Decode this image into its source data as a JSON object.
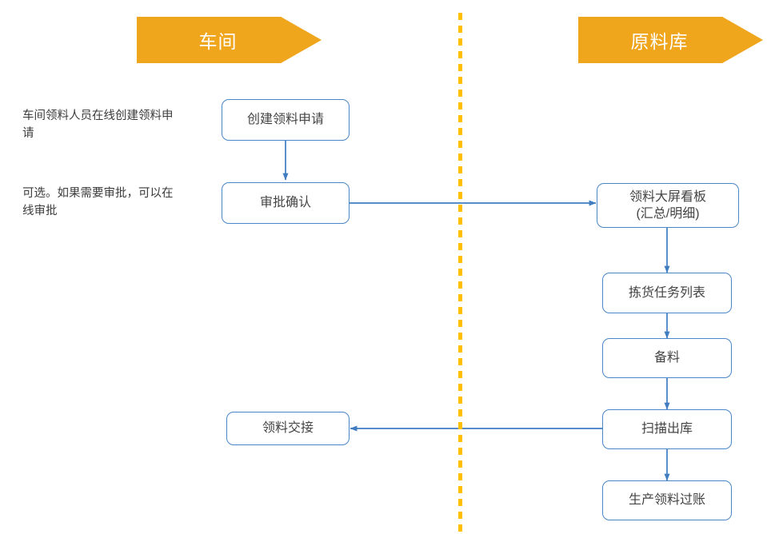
{
  "diagram": {
    "type": "swimlane-flowchart",
    "title_present": false,
    "colors": {
      "lane_banner_fill": "#EFA51C",
      "lane_banner_text": "#FFFFFF",
      "lane_divider": "#FFC000",
      "node_border": "#4A86C8",
      "node_fill": "#FFFFFF",
      "node_text": "#444444",
      "edge": "#4A86C8",
      "note_text": "#3B3B3B"
    },
    "lanes": [
      {
        "id": "workshop",
        "label": "车间"
      },
      {
        "id": "warehouse",
        "label": "原料库"
      }
    ],
    "notes": [
      {
        "id": "note-create",
        "text": "车间领料人员在线创建领料申请"
      },
      {
        "id": "note-approve",
        "text": "可选。如果需要审批，可以在线审批"
      }
    ],
    "nodes": [
      {
        "id": "create-request",
        "lane": "workshop",
        "label": "创建领料申请"
      },
      {
        "id": "approval-confirm",
        "lane": "workshop",
        "label": "审批确认"
      },
      {
        "id": "handover",
        "lane": "workshop",
        "label": "领料交接"
      },
      {
        "id": "dashboard",
        "lane": "warehouse",
        "label": "领料大屏看板\n（汇总/明细）",
        "line1": "领料大屏看板",
        "line2": "(汇总/明细)"
      },
      {
        "id": "picking-task",
        "lane": "warehouse",
        "label": "拣货任务列表"
      },
      {
        "id": "prepare",
        "lane": "warehouse",
        "label": "备料"
      },
      {
        "id": "scan-issue",
        "lane": "warehouse",
        "label": "扫描出库"
      },
      {
        "id": "posting",
        "lane": "warehouse",
        "label": "生产领料过账"
      }
    ],
    "edges": [
      {
        "from": "create-request",
        "to": "approval-confirm",
        "direction": "down"
      },
      {
        "from": "approval-confirm",
        "to": "dashboard",
        "direction": "right"
      },
      {
        "from": "dashboard",
        "to": "picking-task",
        "direction": "down"
      },
      {
        "from": "picking-task",
        "to": "prepare",
        "direction": "down"
      },
      {
        "from": "prepare",
        "to": "scan-issue",
        "direction": "down"
      },
      {
        "from": "scan-issue",
        "to": "posting",
        "direction": "down"
      },
      {
        "from": "scan-issue",
        "to": "handover",
        "direction": "left"
      }
    ]
  }
}
